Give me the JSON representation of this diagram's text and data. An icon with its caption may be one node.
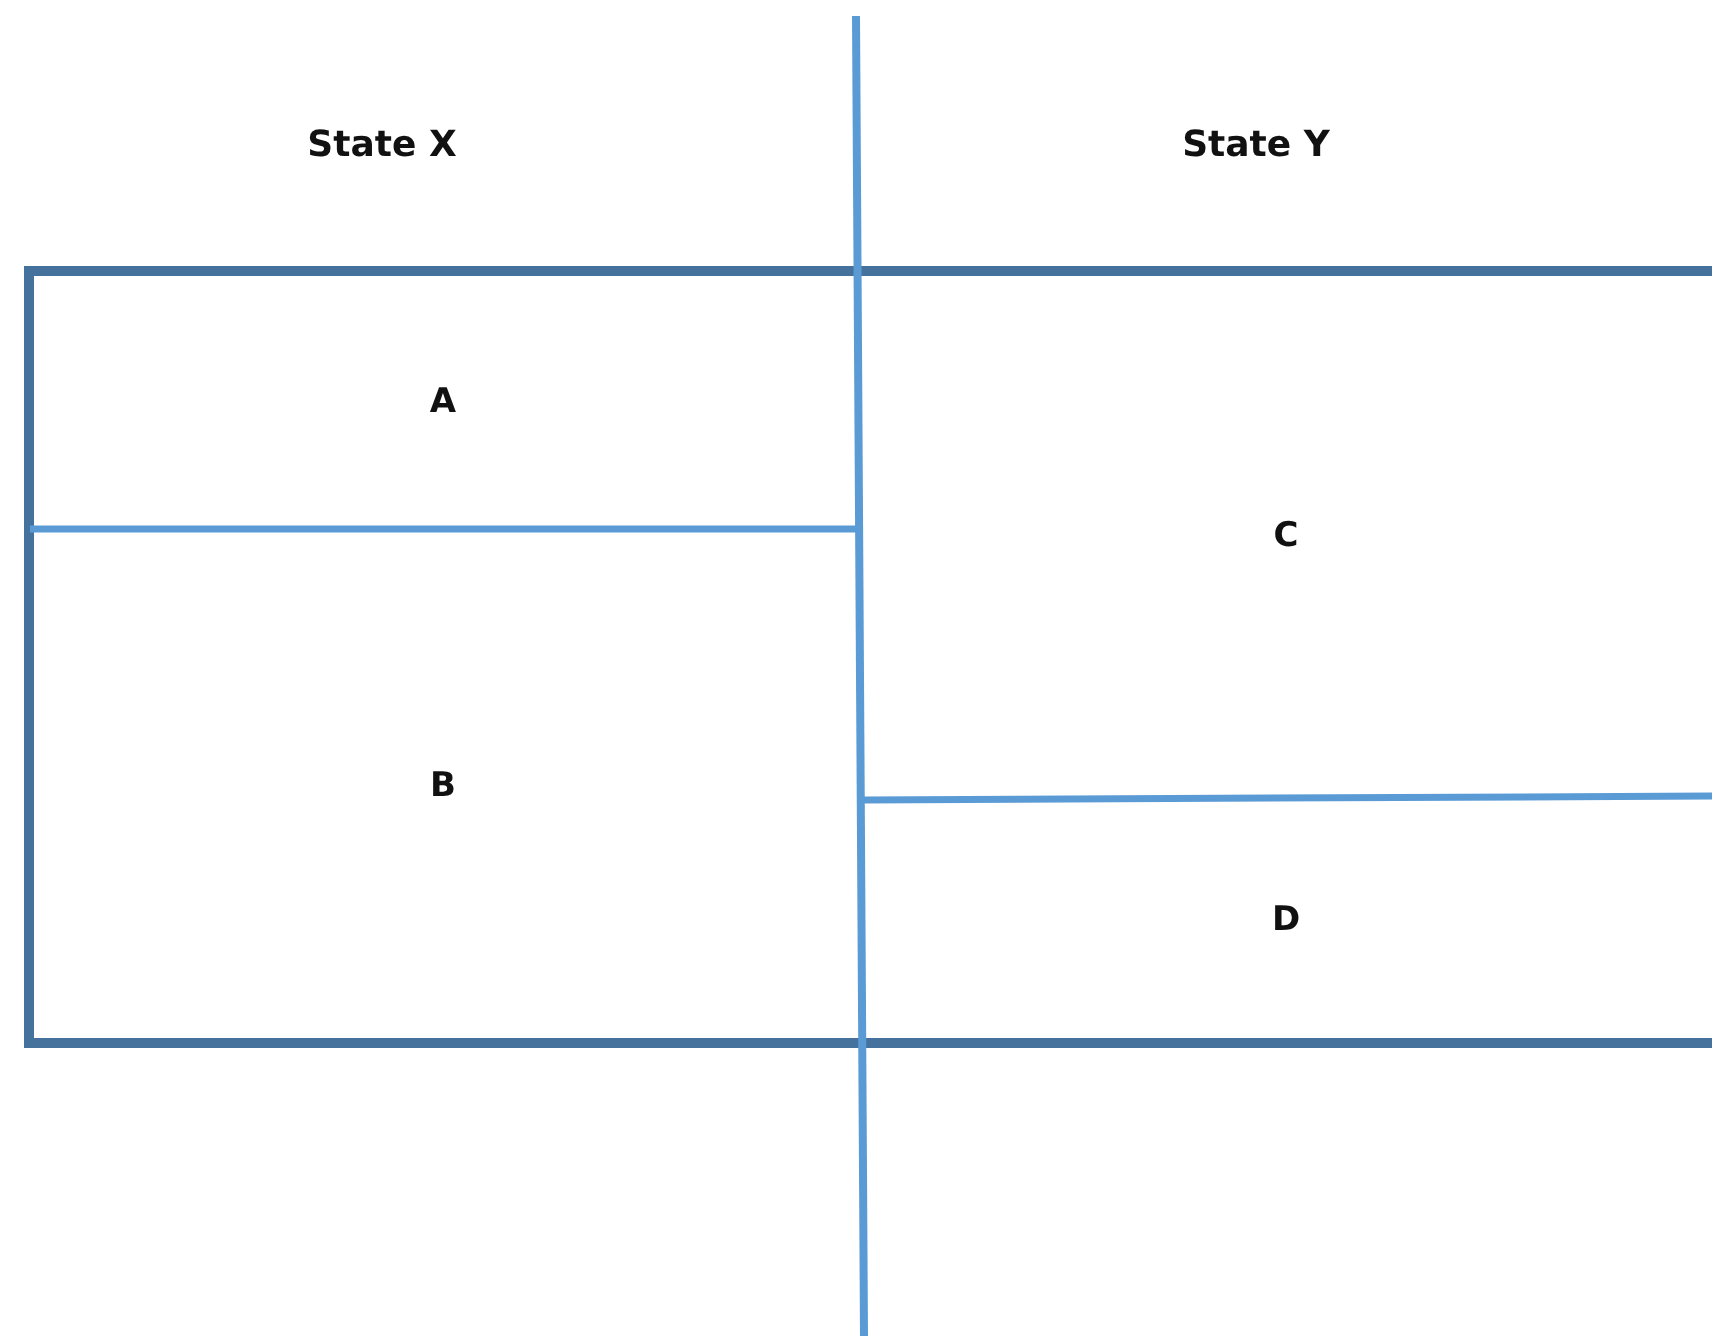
{
  "diagram": {
    "nodes": [
      {
        "text": [
          "A"
        ]
      },
      {
        "text": [
          "B"
        ]
      },
      {
        "text": [
          "C"
        ]
      },
      {
        "text": [
          "D"
        ]
      }
    ],
    "labels": [
      "State X",
      "State Y"
    ]
  }
}
